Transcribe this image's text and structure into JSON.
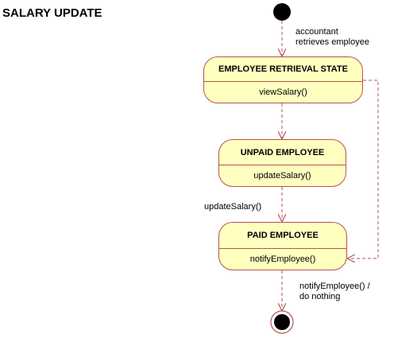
{
  "title": "SALARY UPDATE",
  "states": [
    {
      "name": "EMPLOYEE RETRIEVAL STATE",
      "activity": "viewSalary()"
    },
    {
      "name": "UNPAID EMPLOYEE",
      "activity": "updateSalary()"
    },
    {
      "name": "PAID EMPLOYEE",
      "activity": "notifyEmployee()"
    }
  ],
  "transitions": {
    "initial_label_line1": "accountant",
    "initial_label_line2": "retrieves employee",
    "unpaid_to_paid": "updateSalary()",
    "final_label_line1": "notifyEmployee() /",
    "final_label_line2": "do nothing"
  },
  "colors": {
    "state_fill": "#ffffc0",
    "stroke": "#b85450",
    "node": "#000000"
  }
}
